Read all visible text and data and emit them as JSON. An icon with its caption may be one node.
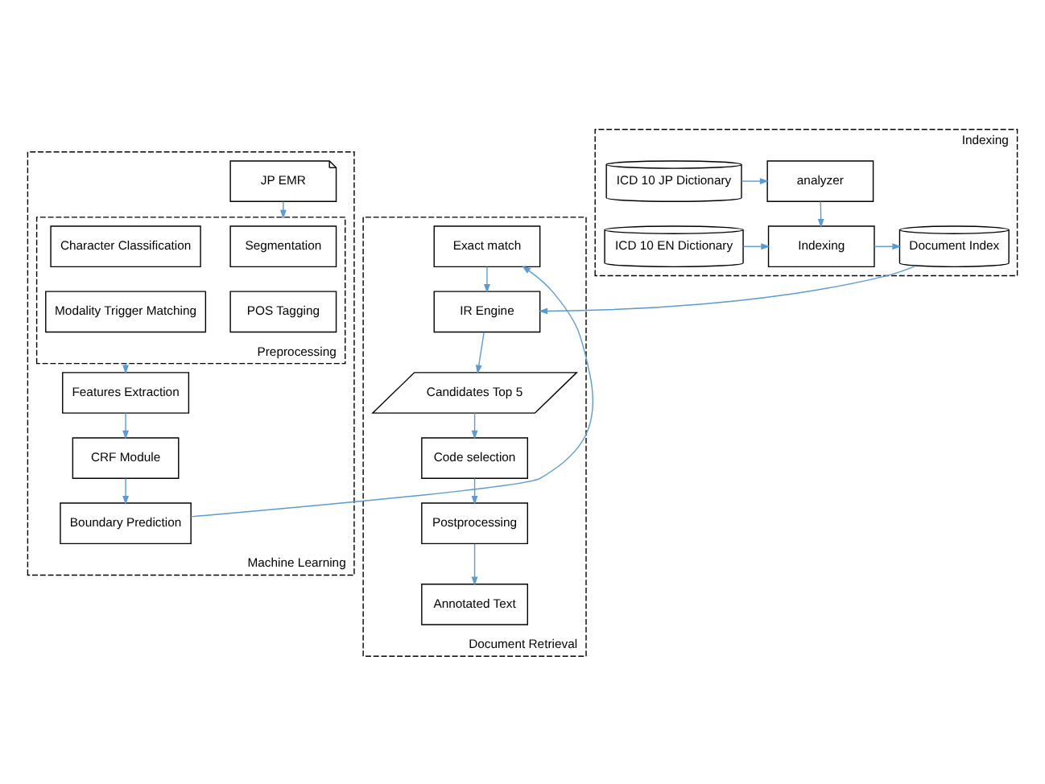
{
  "diagram": {
    "nodes": [
      {
        "text": [
          "Machine Learning"
        ]
      },
      {
        "text": [
          "JP EMR"
        ],
        "in": 0
      },
      {
        "text": [
          "Preprocessing"
        ],
        "in": 0
      },
      {
        "text": [
          "Segmentation"
        ],
        "in": 2
      },
      {
        "text": [
          "Character Classification"
        ],
        "in": 2
      },
      {
        "text": [
          "POS Tagging"
        ],
        "in": 2
      },
      {
        "text": [
          "Modality Trigger Matching"
        ],
        "in": 2
      },
      {
        "text": [
          "Features Extraction"
        ],
        "in": 0
      },
      {
        "text": [
          "CRF Module"
        ],
        "in": 0
      },
      {
        "text": [
          "Boundary Prediction"
        ],
        "in": 0
      },
      {
        "text": [
          "Indexing"
        ]
      },
      {
        "text": [
          "ICD 10 JP Dictionary"
        ],
        "in": 10
      },
      {
        "text": [
          "analyzer"
        ],
        "in": 10
      },
      {
        "text": [
          "ICD 10 EN Dictionary"
        ],
        "in": 10
      },
      {
        "text": [
          "Indexing"
        ],
        "in": 10
      },
      {
        "text": [
          "Document Index"
        ],
        "in": 10
      },
      {
        "text": [
          "Document Retrieval"
        ]
      },
      {
        "text": [
          "Exact match"
        ],
        "in": 16
      },
      {
        "text": [
          "IR Engine"
        ],
        "in": 16
      },
      {
        "text": [
          "Candidates Top 5"
        ],
        "in": 16
      },
      {
        "text": [
          "Code selection"
        ],
        "in": 16
      },
      {
        "text": [
          "Postprocessing"
        ],
        "in": 16
      },
      {
        "text": [
          "Annotated Text"
        ],
        "in": 16
      }
    ],
    "edges": [
      {
        "from": 1,
        "to": 2,
        "arrow": "to"
      },
      {
        "from": 2,
        "to": 7,
        "arrow": "to"
      },
      {
        "from": 7,
        "to": 8,
        "arrow": "to"
      },
      {
        "from": 8,
        "to": 9,
        "arrow": "to"
      },
      {
        "from": 9,
        "to": 17,
        "arrow": "to"
      },
      {
        "from": 11,
        "to": 12,
        "arrow": "to"
      },
      {
        "from": 12,
        "to": 14,
        "arrow": "to"
      },
      {
        "from": 13,
        "to": 14,
        "arrow": "to"
      },
      {
        "from": 14,
        "to": 15,
        "arrow": "to"
      },
      {
        "from": 15,
        "to": 18,
        "arrow": "to"
      },
      {
        "from": 17,
        "to": 18,
        "arrow": "to"
      },
      {
        "from": 18,
        "to": 19,
        "arrow": "to"
      },
      {
        "from": 19,
        "to": 20,
        "arrow": "to"
      },
      {
        "from": 20,
        "to": 21,
        "arrow": "to"
      },
      {
        "from": 21,
        "to": 22,
        "arrow": "to"
      }
    ]
  }
}
